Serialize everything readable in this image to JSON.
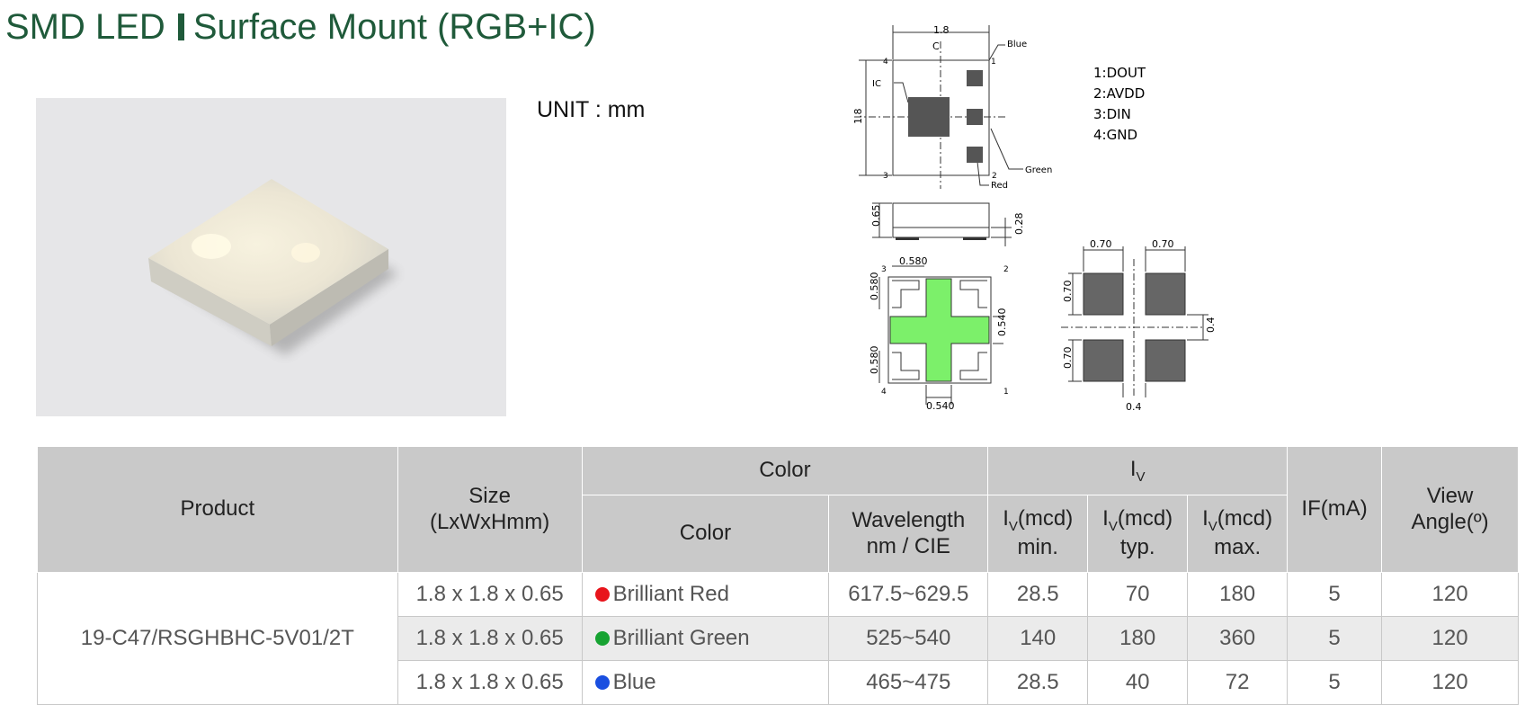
{
  "header": {
    "title_part1": "SMD LED",
    "title_part2": "Surface Mount (RGB+IC)"
  },
  "unit_label": "UNIT : mm",
  "drawing": {
    "top_width": "1.8",
    "side_height": "1.8",
    "cl": "C",
    "labels": {
      "blue": "Blue",
      "green": "Green",
      "red": "Red",
      "ic": "IC"
    },
    "corner_numbers": [
      "4",
      "1",
      "3",
      "2"
    ],
    "pins": [
      "1:DOUT",
      "2:AVDD",
      "3:DIN",
      "4:GND"
    ],
    "side_dims": {
      "height": "0.65",
      "base": "0.28"
    },
    "bottom_dims": {
      "pad": "0.580",
      "width": "0.540"
    },
    "footprint_dims": {
      "pad": "0.70",
      "gap": "0.4"
    }
  },
  "table": {
    "headers": {
      "product": "Product",
      "size": "Size",
      "size_sub": "(LxWxHmm)",
      "color_group": "Color",
      "color": "Color",
      "wavelength": "Wavelength",
      "wavelength_sub": "nm / CIE",
      "iv_group": "I",
      "iv_sub": "V",
      "iv_unit": "(mcd)",
      "min": "min.",
      "typ": "typ.",
      "max": "max.",
      "if": "IF(mA)",
      "view": "View",
      "view_sub": "Angle(º)"
    },
    "product": "19-C47/RSGHBHC-5V01/2T",
    "rows": [
      {
        "size": "1.8 x 1.8 x 0.65",
        "color": "Brilliant Red",
        "dot": "#e8141b",
        "wavelength": "617.5~629.5",
        "min": "28.5",
        "typ": "70",
        "max": "180",
        "if": "5",
        "angle": "120"
      },
      {
        "size": "1.8 x 1.8 x 0.65",
        "color": "Brilliant Green",
        "dot": "#17a332",
        "wavelength": "525~540",
        "min": "140",
        "typ": "180",
        "max": "360",
        "if": "5",
        "angle": "120"
      },
      {
        "size": "1.8 x 1.8 x 0.65",
        "color": "Blue",
        "dot": "#1a4fe0",
        "wavelength": "465~475",
        "min": "28.5",
        "typ": "40",
        "max": "72",
        "if": "5",
        "angle": "120"
      }
    ]
  },
  "colors": {
    "title": "#1f5a3a",
    "header_bg": "#c9c9c9",
    "alt_row": "#ebebeb",
    "pad_green": "#7cf06a"
  }
}
